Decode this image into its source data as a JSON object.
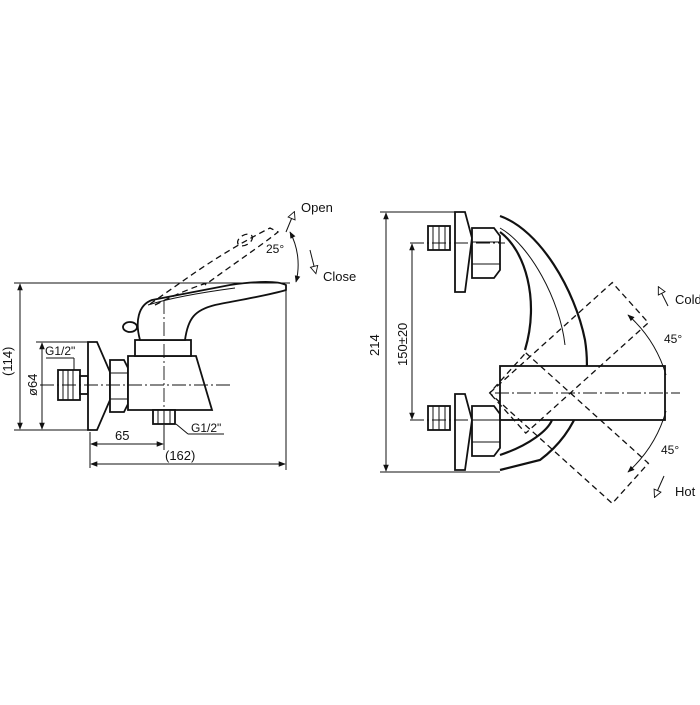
{
  "side_view": {
    "handle_angle": "25°",
    "open_label": "Open",
    "close_label": "Close",
    "height_dim": "(114)",
    "diameter_dim": "ø64",
    "inlet_thread": "G1/2\"",
    "outlet_thread": "G1/2\"",
    "depth_dim": "65",
    "length_dim": "(162)"
  },
  "top_view": {
    "overall_dim": "214",
    "center_dim": "150±20",
    "cold_label": "Cold",
    "hot_label": "Hot",
    "cold_angle": "45°",
    "hot_angle": "45°"
  },
  "colors": {
    "line": "#111111",
    "background": "#ffffff"
  }
}
